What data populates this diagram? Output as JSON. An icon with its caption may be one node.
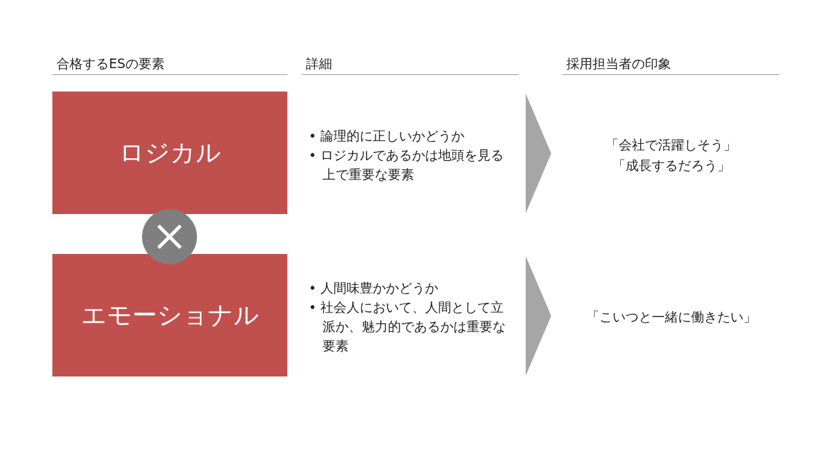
{
  "diagram": {
    "nodes": [
      {
        "text": [
          "ロジカル"
        ]
      },
      {
        "text": [
          "• 論理的に正しいかどうか",
          "• ロジカルであるかは地頭を見る上で重要な要素"
        ]
      },
      {
        "text": [
          "「会社で活躍しそう」",
          "「成長するだろう」"
        ]
      },
      {
        "text": [
          "エモーショナル"
        ]
      },
      {
        "text": [
          "• 人間味豊かかどうか",
          "• 社会人において、人間として立派か、魅力的であるかは重要な要素"
        ]
      },
      {
        "text": [
          "「こいつと一緒に働きたい」"
        ]
      }
    ],
    "edges": [
      {
        "from": 1,
        "to": 2,
        "arrow": "to"
      },
      {
        "from": 4,
        "to": 5,
        "arrow": "to"
      }
    ],
    "labels": [
      "合格するESの要素",
      "詳細",
      "採用担当者の印象"
    ]
  }
}
